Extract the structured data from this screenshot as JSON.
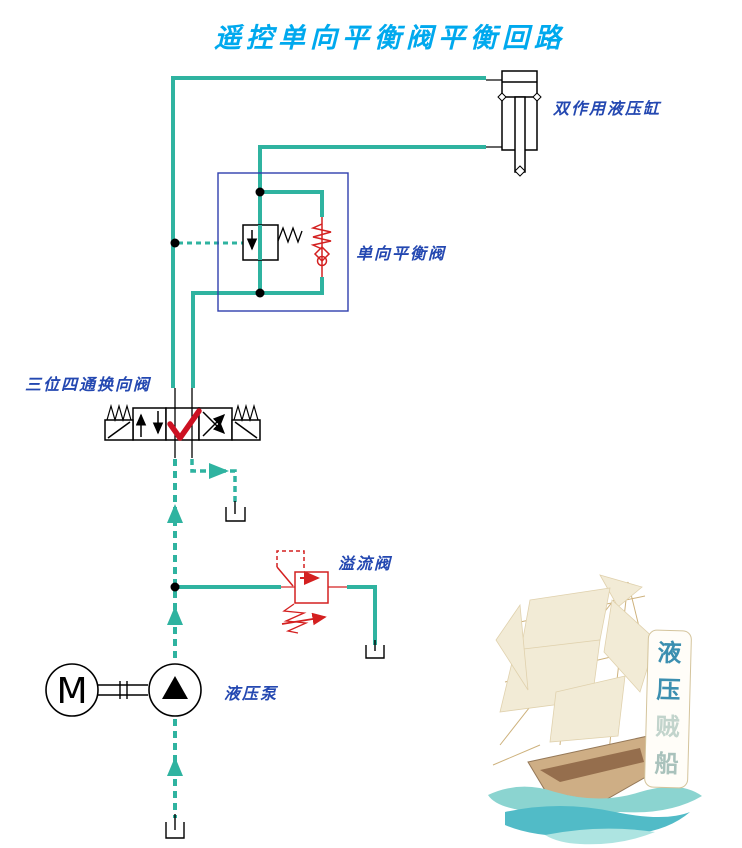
{
  "title": "遥控单向平衡阀平衡回路",
  "components": {
    "cylinder": {
      "label": "双作用液压缸"
    },
    "balance_valve": {
      "label": "单向平衡阀"
    },
    "directional_valve": {
      "label": "三位四通换向阀"
    },
    "relief_valve": {
      "label": "溢流阀"
    },
    "pump": {
      "label": "液压泵",
      "motor_letter": "M"
    }
  },
  "watermark": {
    "chars": [
      "液",
      "压",
      "贼",
      "船"
    ]
  },
  "colors": {
    "pipe_teal": "#2fb3a0",
    "title_cyan": "#00a9ee",
    "label_blue": "#2448b1",
    "box_blue": "#2f3fae",
    "valve_red": "#d42020",
    "check_red": "#cc1122",
    "line_black": "#000000"
  }
}
